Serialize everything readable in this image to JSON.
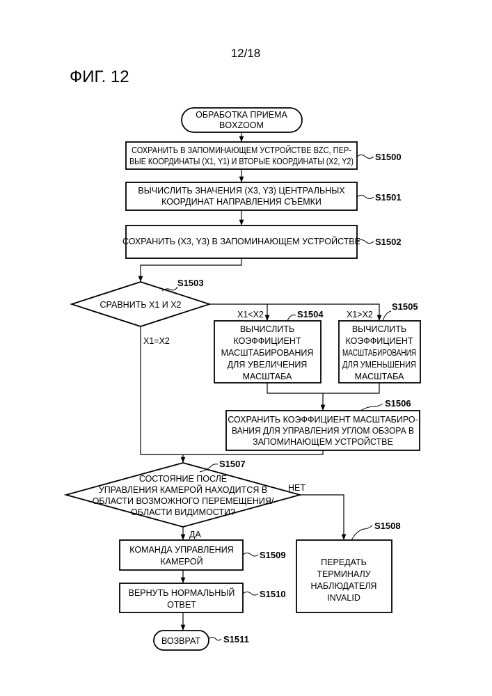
{
  "page_number": "12/18",
  "figure_title": "ФИГ. 12",
  "nodes": {
    "start": {
      "lines": [
        "ОБРАБОТКА ПРИЕМА",
        "BOXZOOM"
      ]
    },
    "s1500": {
      "lines": [
        "СОХРАНИТЬ В ЗАПОМИНАЮЩЕМ УСТРОЙСТВЕ BZC, ПЕР-",
        "ВЫЕ КООРДИНАТЫ (X1, Y1) И ВТОРЫЕ КООРДИНАТЫ (X2, Y2)"
      ],
      "label": "S1500"
    },
    "s1501": {
      "lines": [
        "ВЫЧИСЛИТЬ ЗНАЧЕНИЯ (X3, Y3) ЦЕНТРАЛЬНЫХ",
        "КООРДИНАТ НАПРАВЛЕНИЯ СЪЁМКИ"
      ],
      "label": "S1501"
    },
    "s1502": {
      "lines": [
        "СОХРАНИТЬ (X3, Y3) В ЗАПОМИНАЮЩЕМ УСТРОЙСТВЕ"
      ],
      "label": "S1502"
    },
    "s1503": {
      "lines": [
        "СРАВНИТЬ X1 И X2"
      ],
      "label": "S1503"
    },
    "s1504": {
      "lines": [
        "ВЫЧИСЛИТЬ",
        "КОЭФФИЦИЕНТ",
        "МАСШТАБИРОВАНИЯ",
        "ДЛЯ УВЕЛИЧЕНИЯ",
        "МАСШТАБА"
      ],
      "label": "S1504"
    },
    "s1505": {
      "lines": [
        "ВЫЧИСЛИТЬ",
        "КОЭФФИЦИЕНТ",
        "МАСШТАБИРОВАНИЯ",
        "ДЛЯ УМЕНЬШЕНИЯ",
        "МАСШТАБА"
      ],
      "label": "S1505"
    },
    "s1506": {
      "lines": [
        "СОХРАНИТЬ КОЭФФИЦИЕНТ МАСШТАБИРО-",
        "ВАНИЯ ДЛЯ УПРАВЛЕНИЯ УГЛОМ ОБЗОРА В",
        "ЗАПОМИНАЮЩЕМ УСТРОЙСТВЕ"
      ],
      "label": "S1506"
    },
    "s1507": {
      "lines": [
        "СОСТОЯНИЕ ПОСЛЕ",
        "УПРАВЛЕНИЯ КАМЕРОЙ НАХОДИТСЯ В",
        "ОБЛАСТИ ВОЗМОЖНОГО ПЕРЕМЕЩЕНИЯ/",
        "ОБЛАСТИ ВИДИМОСТИ?"
      ],
      "label": "S1507"
    },
    "s1508": {
      "lines": [
        "ПЕРЕДАТЬ",
        "ТЕРМИНАЛУ",
        "НАБЛЮДАТЕЛЯ",
        "INVALID"
      ],
      "label": "S1508"
    },
    "s1509": {
      "lines": [
        "КОМАНДА УПРАВЛЕНИЯ",
        "КАМЕРОЙ"
      ],
      "label": "S1509"
    },
    "s1510": {
      "lines": [
        "ВЕРНУТЬ НОРМАЛЬНЫЙ",
        "ОТВЕТ"
      ],
      "label": "S1510"
    },
    "s1511": {
      "lines": [
        "ВОЗВРАТ"
      ],
      "label": "S1511"
    }
  },
  "edge_labels": {
    "less": "X1<X2",
    "greater": "X1>X2",
    "equal": "X1=X2",
    "no": "НЕТ",
    "yes": "ДА"
  }
}
